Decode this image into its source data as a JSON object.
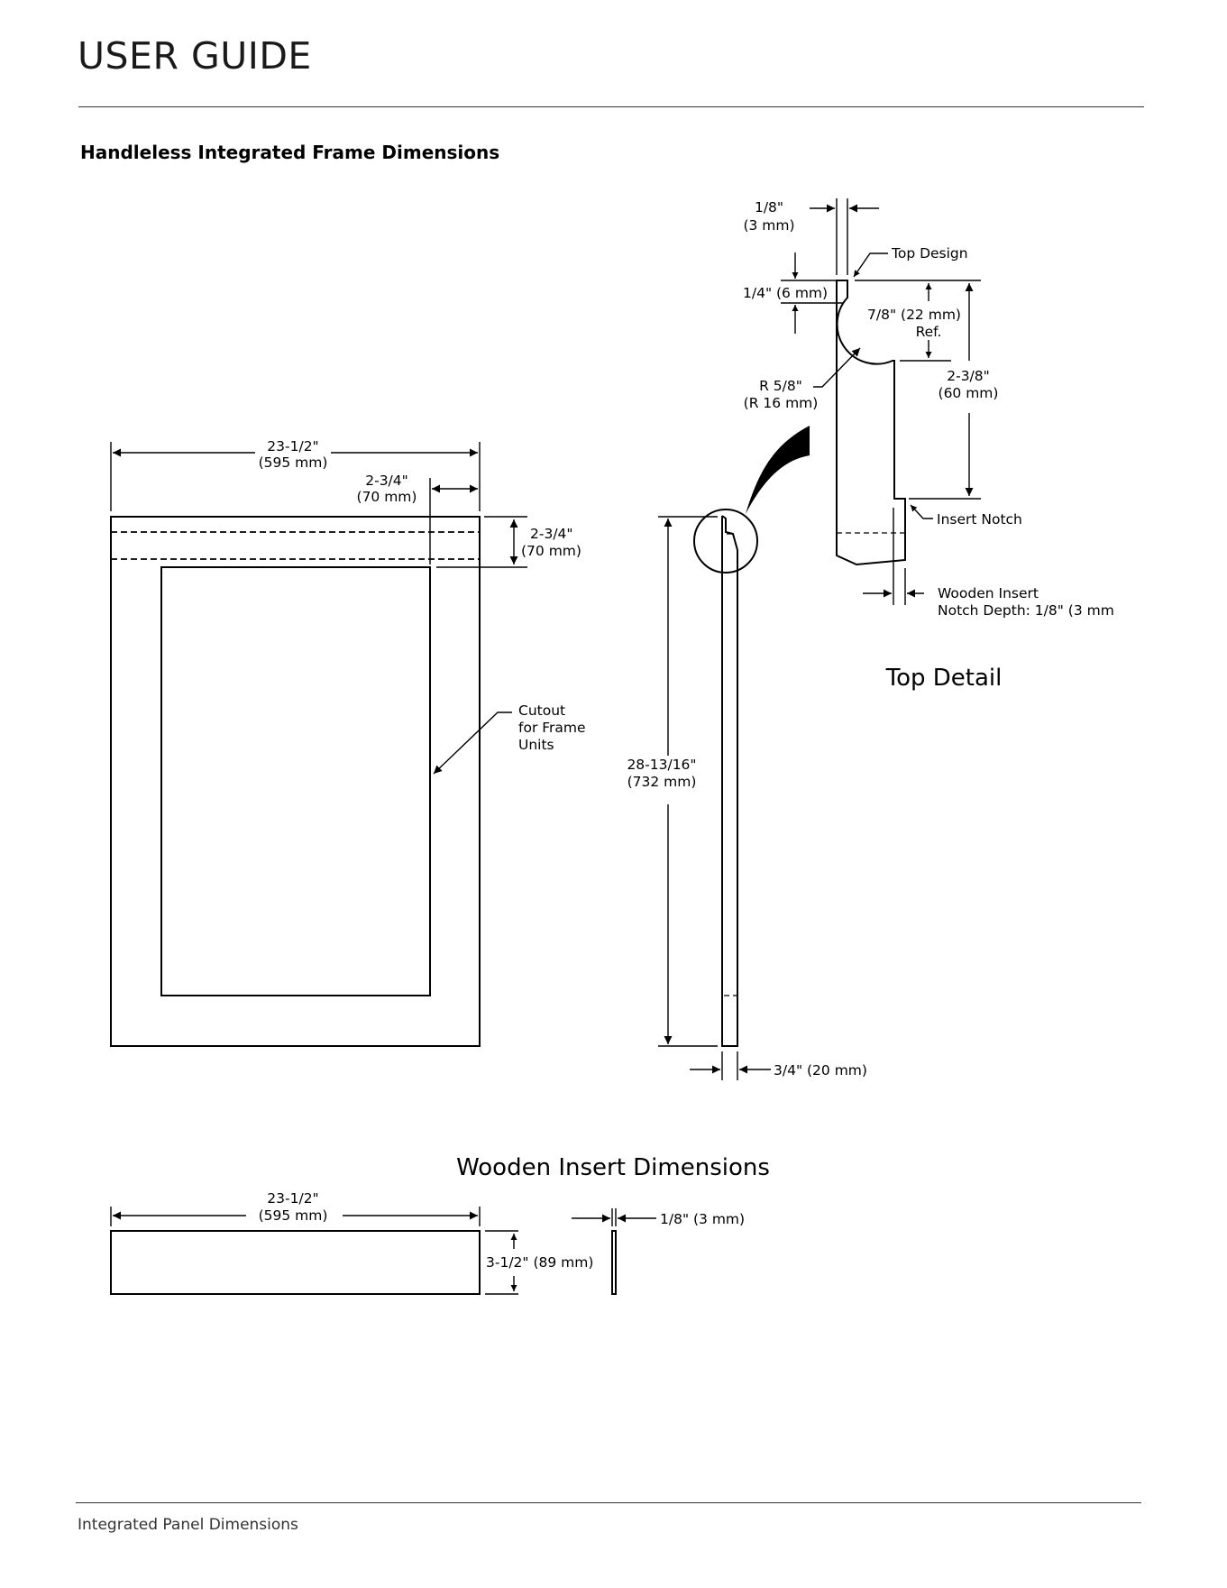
{
  "header": {
    "title": "USER GUIDE"
  },
  "section": {
    "heading": "Handleless Integrated Frame Dimensions"
  },
  "front_view": {
    "width_in": "23-1/2\"",
    "width_mm": "(595 mm)",
    "side_in": "2-3/4\"",
    "side_mm": "(70 mm)",
    "top_in": "2-3/4\"",
    "top_mm": "(70 mm)",
    "cutout_label": [
      "Cutout",
      "for Frame",
      "Units"
    ]
  },
  "side_view": {
    "height_in": "28-13/16\"",
    "height_mm": "(732 mm)",
    "thickness": "3/4\" (20 mm)"
  },
  "top_detail": {
    "title": "Top Detail",
    "lip_in": "1/8\"",
    "lip_mm": "(3 mm)",
    "top_design": "Top Design",
    "lip_height": "1/4\" (6 mm)",
    "curve_depth": "7/8\" (22 mm)",
    "curve_ref": "Ref.",
    "notch_height_in": "2-3/8\"",
    "notch_height_mm": "(60 mm)",
    "radius_in": "R 5/8\"",
    "radius_mm": "(R 16 mm)",
    "insert_notch": "Insert Notch",
    "wooden_insert_line1": "Wooden Insert",
    "wooden_insert_line2": "Notch Depth: 1/8\" (3 mm"
  },
  "wooden_insert": {
    "title": "Wooden Insert Dimensions",
    "width_in": "23-1/2\"",
    "width_mm": "(595 mm)",
    "height": "3-1/2\" (89 mm)",
    "thickness": "1/8\" (3 mm)"
  },
  "footer": {
    "text": "Integrated Panel Dimensions"
  }
}
